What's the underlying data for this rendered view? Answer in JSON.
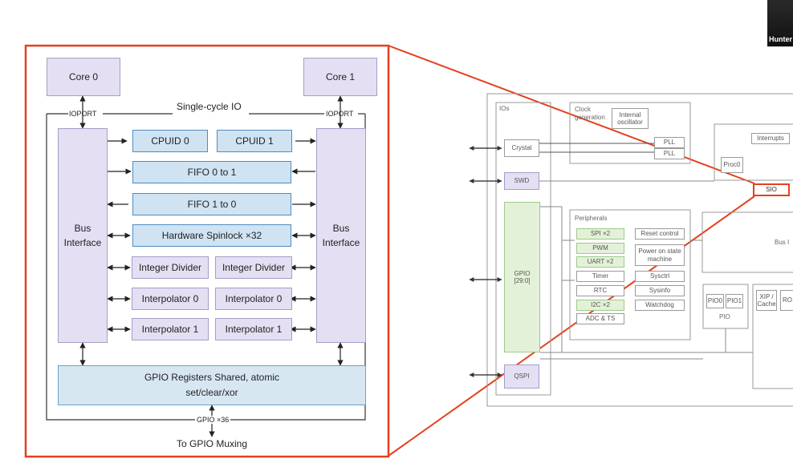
{
  "colors": {
    "highlight": "#e5401c",
    "bus": "#e4dff2",
    "fifo": "#cfe3f3"
  },
  "left": {
    "core0": "Core 0",
    "core1": "Core 1",
    "single_cycle_io": "Single-cycle IO",
    "ioport_left": "IOPORT",
    "ioport_right": "IOPORT",
    "bus_left": "Bus\nInterface",
    "bus_right": "Bus\nInterface",
    "cpuid0": "CPUID 0",
    "cpuid1": "CPUID 1",
    "fifo01": "FIFO 0 to 1",
    "fifo10": "FIFO 1 to 0",
    "spinlock": "Hardware Spinlock ×32",
    "divider_left": "Integer Divider",
    "divider_right": "Integer Divider",
    "interp0_left": "Interpolator 0",
    "interp0_right": "Interpolator 0",
    "interp1_left": "Interpolator 1",
    "interp1_right": "Interpolator 1",
    "gpio_regs": "GPIO Registers Shared, atomic\nset/clear/xor",
    "gpio36": "GPIO ×36",
    "to_gpio": "To GPIO Muxing"
  },
  "right": {
    "ios": "IOs",
    "crystal": "Crystal",
    "swd": "SWD",
    "gpio": "GPIO\n[29:0]",
    "qspi": "QSPI",
    "clockgen": "Clock\ngeneration",
    "internal_osc": "Internal\noscillator",
    "pll1": "PLL",
    "pll2": "PLL",
    "interrupts": "Interrupts",
    "proc0": "Proc0",
    "sio": "SIO",
    "peripherals": "Peripherals",
    "spi": "SPI ×2",
    "pwm": "PWM",
    "uart": "UART ×2",
    "timer": "Timer",
    "rtc": "RTC",
    "i2c": "I2C ×2",
    "adc": "ADC & TS",
    "reset_control": "Reset control",
    "power_on": "Power on state\nmachine",
    "sysctrl": "Sysctrl",
    "sysinfo": "Sysinfo",
    "watchdog": "Watchdog",
    "bus_partial": "Bus I",
    "pio0": "PIO0",
    "pio1": "PIO1",
    "pio": "PIO",
    "xip": "XIP /\nCache",
    "ro": "RO"
  },
  "overlay": {
    "presenter": "Hunter"
  }
}
